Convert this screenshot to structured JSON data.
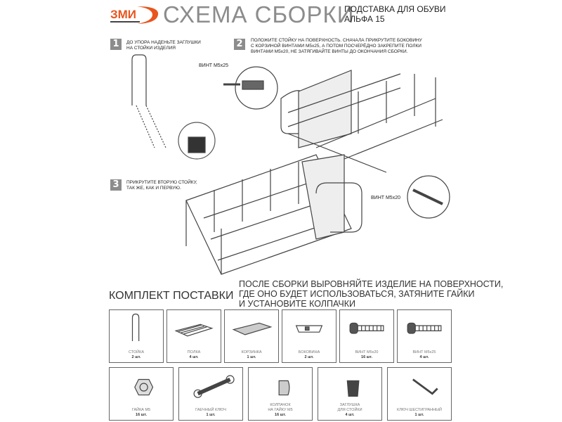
{
  "header": {
    "logo_text": "ЗМИ",
    "title": "СХЕМА СБОРКИ",
    "subtitle_line1": "ПОДСТАВКА ДЛЯ ОБУВИ",
    "subtitle_line2": "АЛЬФА 15",
    "brand_color": "#e8551e",
    "title_color": "#8c8c8c"
  },
  "steps": [
    {
      "number": "1",
      "text_line1": "ДО УПОРА НАДЕНЬТЕ ЗАГЛУШКИ",
      "text_line2": "НА СТОЙКИ ИЗДЕЛИЯ"
    },
    {
      "number": "2",
      "text_line1": "ПОЛОЖИТЕ СТОЙКУ НА ПОВЕРХНОСТЬ. СНАЧАЛА ПРИКРУТИТЕ БОКОВИНУ",
      "text_line2": "С КОРЗИНОЙ ВИНТАМИ М5х25, А ПОТОМ  ПОСЧЕРЁДНО ЗАКРЕПИТЕ ПОЛКИ",
      "text_line3": "ВИНТАМИ М5х20, НЕ ЗАТЯГИВАЙТЕ ВИНТЫ ДО ОКОНЧАНИЯ СБОРКИ."
    },
    {
      "number": "3",
      "text_line1": "ПРИКРУТИТЕ ВТОРУЮ СТОЙКУ,",
      "text_line2": "ТАК ЖЕ, КАК И ПЕРВУЮ."
    }
  ],
  "labels": {
    "screw_25": "ВИНТ М5х25",
    "screw_20": "ВИНТ М5х20"
  },
  "final_note": {
    "line1": "ПОСЛЕ СБОРКИ ВЫРОВНЯЙТЕ ИЗДЕЛИЕ НА ПОВЕРХНОСТИ,",
    "line2": "ГДЕ ОНО БУДЕТ ИСПОЛЬЗОВАТЬСЯ, ЗАТЯНИТЕ ГАЙКИ",
    "line3": "И УСТАНОВИТЕ КОЛПАЧКИ"
  },
  "kit": {
    "title": "КОМПЛЕКТ ПОСТАВКИ",
    "row1": [
      {
        "name": "СТОЙКА",
        "qty": "2 шт.",
        "icon": "rack-post"
      },
      {
        "name": "ПОЛКА",
        "qty": "4 шт.",
        "icon": "shelf"
      },
      {
        "name": "КОРЗИНКА",
        "qty": "1 шт.",
        "icon": "basket"
      },
      {
        "name": "БОКОВИНА",
        "qty": "2 шт.",
        "icon": "side-panel"
      },
      {
        "name": "ВИНТ М5х20",
        "qty": "16 шт.",
        "icon": "screw"
      },
      {
        "name": "ВИНТ М5х25",
        "qty": "4 шт.",
        "icon": "screw"
      }
    ],
    "row2": [
      {
        "name": "ГАЙКА М5",
        "qty": "16 шт.",
        "icon": "nut"
      },
      {
        "name": "ГАЕЧНЫЙ КЛЮЧ",
        "qty": "1 шт.",
        "icon": "wrench"
      },
      {
        "name": "КОЛПАЧОК",
        "name2": "НА ГАЙКУ М5",
        "qty": "16 шт.",
        "icon": "cap-nut"
      },
      {
        "name": "ЗАГЛУШКА",
        "name2": "ДЛЯ СТОЙКИ",
        "qty": "4 шт.",
        "icon": "end-plug"
      },
      {
        "name": "КЛЮЧ ШЕСТИГРАННЫЙ",
        "qty": "1 шт.",
        "icon": "hex-key"
      }
    ]
  }
}
